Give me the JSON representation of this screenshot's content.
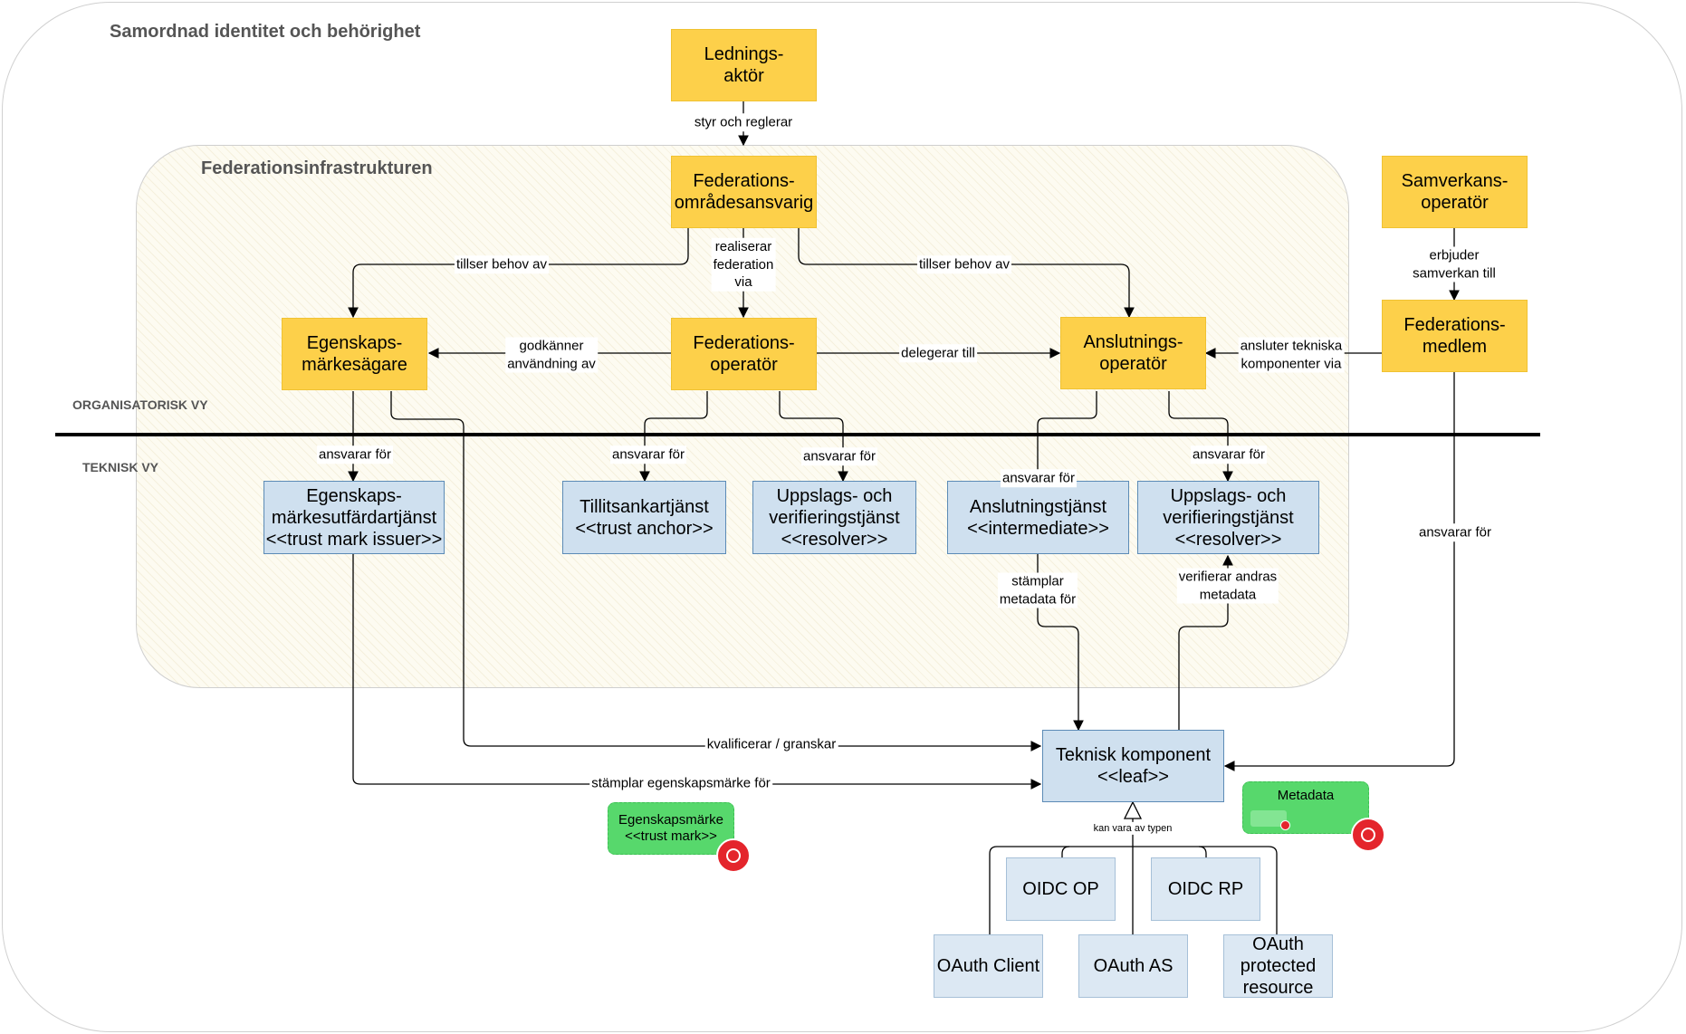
{
  "titles": {
    "main": "Samordnad identitet och behörighet",
    "federation": "Federationsinfrastrukturen"
  },
  "views": {
    "organisational": "ORGANISATORISK VY",
    "technical": "TEKNISK VY"
  },
  "nodes": {
    "ledningsaktor": "Lednings-\naktör",
    "federationsomradesansvarig": "Federations-\nområdesansvarig",
    "samverkansoperator": "Samverkans-\noperatör",
    "egenskapsmarkesagare": "Egenskaps-\nmärkesägare",
    "federationsoperator": "Federations-\noperatör",
    "anslutningsoperator": "Anslutnings-\noperatör",
    "federationsmedlem": "Federations-\nmedlem",
    "trustmarkissuer": "Egenskaps-\nmärkesutfärdartjänst\n<<trust mark issuer>>",
    "trustanchor": "Tillitsankartjänst\n<<trust anchor>>",
    "resolver1": "Uppslags- och\nverifieringstjänst\n<<resolver>>",
    "intermediate": "Anslutningstjänst\n<<intermediate>>",
    "resolver2": "Uppslags- och\nverifieringstjänst\n<<resolver>>",
    "teknisk": "Teknisk komponent\n<<leaf>>",
    "oidcop": "OIDC OP",
    "oidcrp": "OIDC RP",
    "oauthclient": "OAuth Client",
    "oauthas": "OAuth AS",
    "oauthresource": "OAuth\nprotected\nresource"
  },
  "artifacts": {
    "trustmark": "Egenskapsmärke\n<<trust mark>>",
    "metadata": "Metadata"
  },
  "edges": {
    "styr": "styr och reglerar",
    "tillser1": "tillser behov av",
    "tillser2": "tillser behov av",
    "realiserar": "realiserar\nfederation\nvia",
    "erbjuder": "erbjuder\nsamverkan till",
    "godkanner": "godkänner\nanvändning av",
    "delegerar": "delegerar till",
    "ansluter": "ansluter tekniska\nkomponenter via",
    "ansvarar1": "ansvarar för",
    "ansvarar2": "ansvarar för",
    "ansvarar3": "ansvarar för",
    "ansvarar4": "ansvarar för",
    "ansvarar5": "ansvarar för",
    "ansvarar6": "ansvarar för",
    "stamplar_meta": "stämplar\nmetadata för",
    "verifierar": "verifierar andras\nmetadata",
    "kvalificerar": "kvalificerar / granskar",
    "stamplar_egen": "stämplar egenskapsmärke för",
    "kanvara": "kan vara av typen"
  },
  "colors": {
    "role": "#fdd04a",
    "service": "#cfe0ef",
    "service_border": "#5c8bb6",
    "artifact": "#57d86c",
    "seal": "#e4252c"
  },
  "icons": [
    "seal-icon",
    "arrow-icon",
    "inheritance-triangle-icon"
  ]
}
